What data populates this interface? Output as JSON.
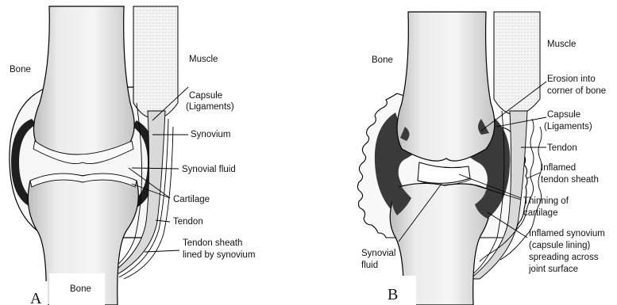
{
  "panel_a": {
    "letter": "A",
    "labels": {
      "bone_top": "Bone",
      "muscle": "Muscle",
      "capsule_1": "Capsule",
      "capsule_2": "(Ligaments)",
      "synovium": "Synovium",
      "synovial_fluid": "Synovial fluid",
      "cartilage": "Cartilage",
      "tendon": "Tendon",
      "tendon_sheath_1": "Tendon sheath",
      "tendon_sheath_2": "lined by synovium",
      "bone_bottom": "Bone"
    }
  },
  "panel_b": {
    "letter": "B",
    "labels": {
      "bone": "Bone",
      "muscle": "Muscle",
      "erosion_1": "Erosion into",
      "erosion_2": "corner of bone",
      "capsule_1": "Capsule",
      "capsule_2": "(Ligaments)",
      "tendon": "Tendon",
      "inflamed_sheath_1": "Inflamed",
      "inflamed_sheath_2": "tendon sheath",
      "thinning_1": "Thinning of",
      "thinning_2": "cartilage",
      "inflamed_syn_1": "Inflamed synovium",
      "inflamed_syn_2": "(capsule lining)",
      "inflamed_syn_3": "spreading across",
      "inflamed_syn_4": "joint surface",
      "synovial_1": "Synovial",
      "synovial_2": "fluid"
    }
  },
  "colors": {
    "bone": "#e6e6e6",
    "cartilage": "#f7f7f7",
    "inflamed_synovium": "#3a3a3a",
    "muscle": "#f0f0f0"
  }
}
